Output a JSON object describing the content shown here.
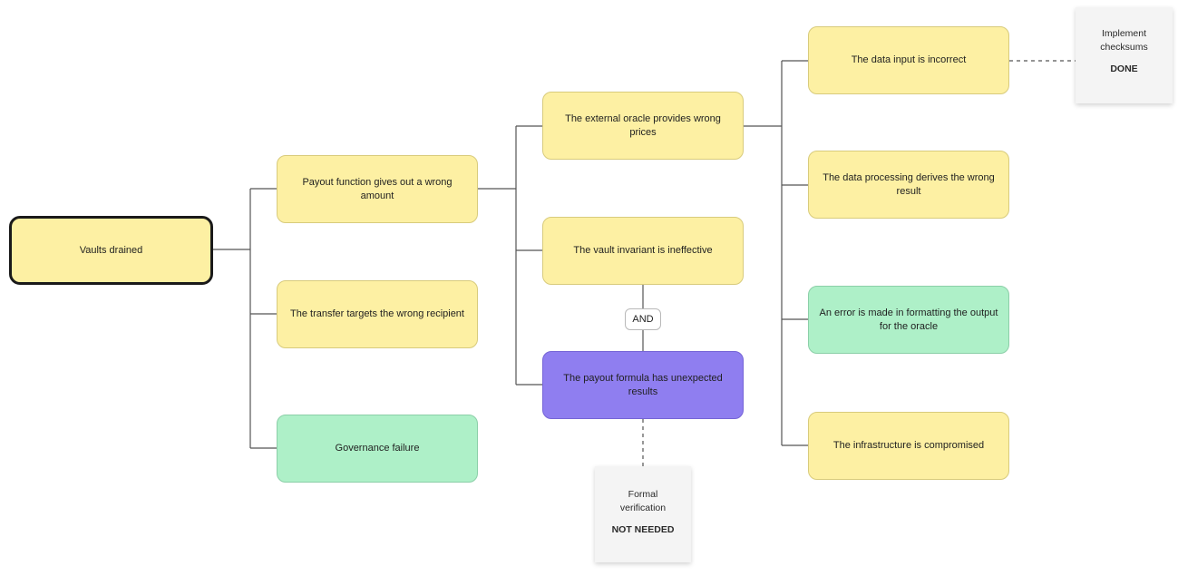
{
  "root": {
    "label": "Vaults drained"
  },
  "level1": [
    {
      "label": "Payout function gives out a wrong amount",
      "color": "#fdf0a3"
    },
    {
      "label": "The transfer targets the wrong recipient",
      "color": "#fdf0a3"
    },
    {
      "label": "Governance failure",
      "color": "#aef0c8"
    }
  ],
  "level2": [
    {
      "label": "The external oracle provides wrong prices",
      "color": "#fdf0a3"
    },
    {
      "label": "The vault invariant is ineffective",
      "color": "#fdf0a3"
    },
    {
      "label": "The payout formula has unexpected results",
      "color": "#8f7ef0"
    }
  ],
  "gate": {
    "label": "AND"
  },
  "level3": [
    {
      "label": "The data input is incorrect",
      "color": "#fdf0a3"
    },
    {
      "label": "The data processing derives the wrong result",
      "color": "#fdf0a3"
    },
    {
      "label": "An error is made in formatting the output for the oracle",
      "color": "#aef0c8"
    },
    {
      "label": "The infrastructure is compromised",
      "color": "#fdf0a3"
    }
  ],
  "notes": [
    {
      "text": "Implement checksums",
      "status": "DONE"
    },
    {
      "text": "Formal verification",
      "status": "NOT NEEDED"
    }
  ],
  "colors": {
    "connector": "#555555",
    "root_border": "#1a1a1a",
    "yellow": "#fdf0a3",
    "green": "#aef0c8",
    "purple": "#8f7ef0"
  }
}
